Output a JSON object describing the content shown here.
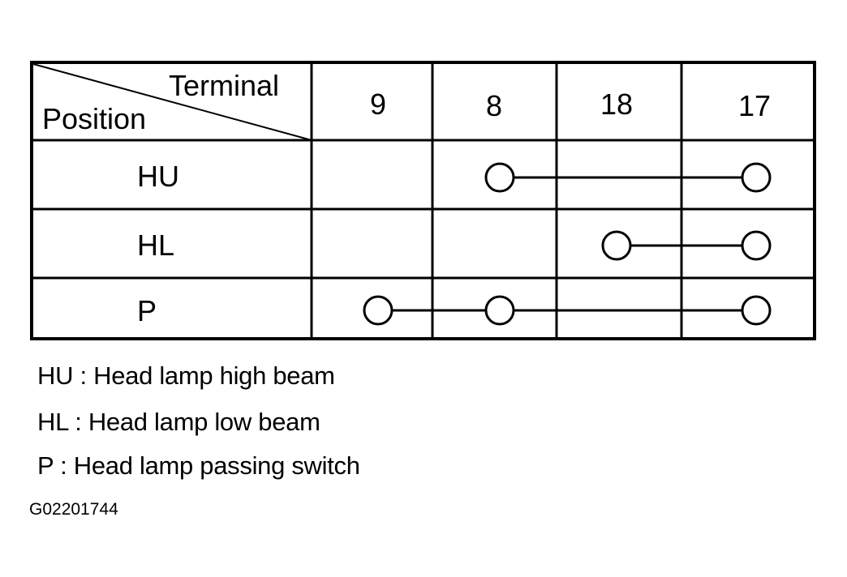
{
  "header": {
    "terminal_label": "Terminal",
    "position_label": "Position",
    "terminals": [
      "9",
      "8",
      "18",
      "17"
    ]
  },
  "rows": [
    {
      "position": "HU",
      "connected_terminals": [
        "8",
        "17"
      ]
    },
    {
      "position": "HL",
      "connected_terminals": [
        "18",
        "17"
      ]
    },
    {
      "position": "P",
      "connected_terminals": [
        "9",
        "8",
        "17"
      ]
    }
  ],
  "legend": [
    "HU : Head lamp high beam",
    "HL : Head lamp low beam",
    "P : Head lamp passing switch"
  ],
  "figure_id": "G02201744",
  "colors": {
    "line": "#000000",
    "background": "#ffffff"
  }
}
